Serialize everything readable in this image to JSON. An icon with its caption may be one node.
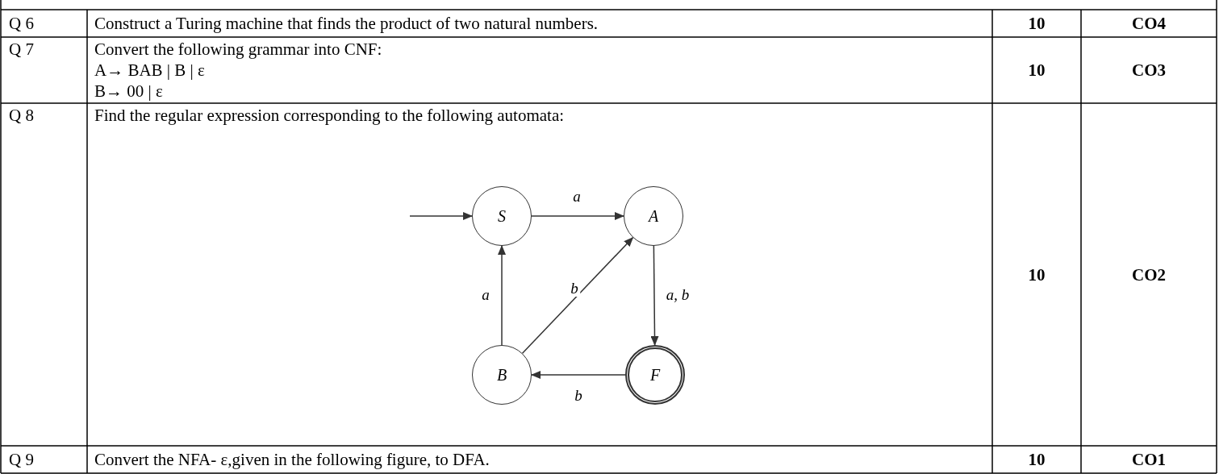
{
  "diagram": {
    "nodes": [
      {
        "text": [
          "S"
        ]
      },
      {
        "text": [
          "A"
        ]
      },
      {
        "text": [
          "B"
        ]
      },
      {
        "text": [
          "F"
        ]
      }
    ],
    "edges": [
      {
        "from": null,
        "to": 0,
        "arrow": "to"
      },
      {
        "from": 0,
        "to": 1,
        "arrow": "to",
        "label": "a"
      },
      {
        "from": 2,
        "to": 0,
        "arrow": "to",
        "label": "a"
      },
      {
        "from": 2,
        "to": 1,
        "arrow": "to",
        "label": "b"
      },
      {
        "from": 1,
        "to": 3,
        "arrow": "to",
        "label": "a, b"
      },
      {
        "from": 3,
        "to": 2,
        "arrow": "to",
        "label": "b"
      }
    ],
    "labels": [
      "Q 6",
      "Construct a Turing machine that finds the product of two natural numbers.",
      "10",
      "CO4",
      "Q 7",
      "Convert the following grammar into CNF:",
      "A→ BAB | B | ε",
      "B→ 00 | ε",
      "10",
      "CO3",
      "Q 8",
      "Find the regular expression corresponding to the following automata:",
      "10",
      "CO2",
      "Q 9",
      "Convert the NFA- ε,given in the following figure, to DFA.",
      "10",
      "CO1"
    ]
  }
}
